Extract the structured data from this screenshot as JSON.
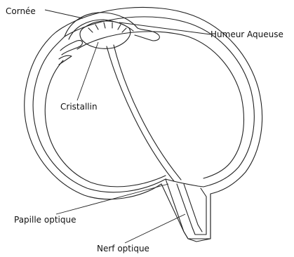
{
  "diagram": {
    "labels": {
      "cornea": "Cornée",
      "aqueous_humor": "Humeur Aqueuse",
      "lens": "Cristallin",
      "optic_disc": "Papille optique",
      "optic_nerve": "Nerf optique"
    }
  }
}
